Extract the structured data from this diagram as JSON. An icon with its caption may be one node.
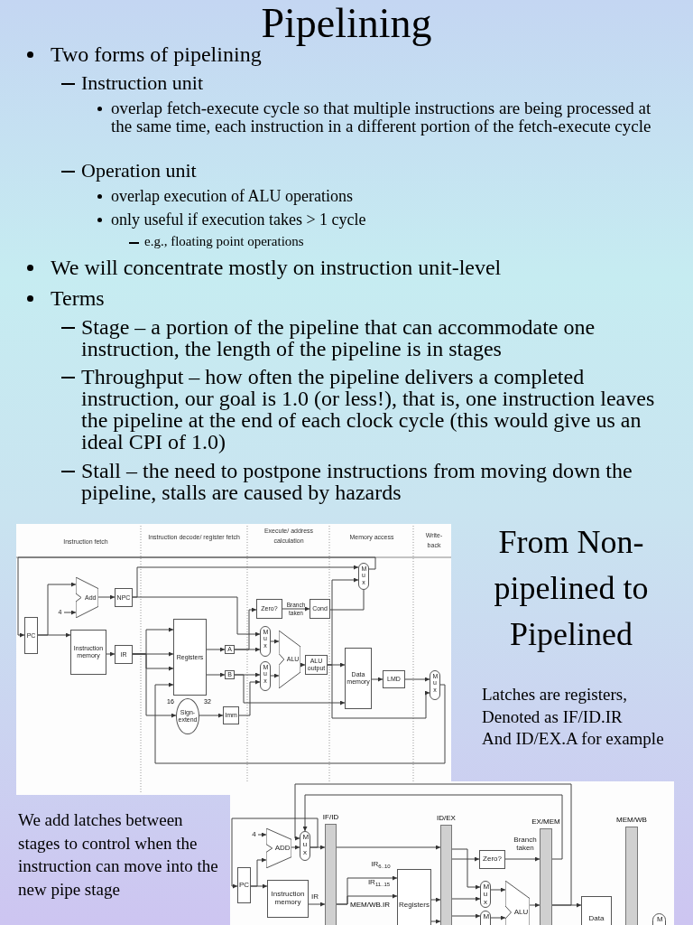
{
  "diagram": {
    "title": "Pipelining",
    "nodes": [
      {
        "text": [
          "PC"
        ]
      },
      {
        "text": [
          "4"
        ]
      },
      {
        "text": [
          "Add"
        ]
      },
      {
        "text": [
          "NPC"
        ]
      },
      {
        "text": [
          "Instruction memory"
        ]
      },
      {
        "text": [
          "IR"
        ]
      },
      {
        "text": [
          "Registers"
        ]
      },
      {
        "text": [
          "A"
        ]
      },
      {
        "text": [
          "B"
        ]
      },
      {
        "text": [
          "Sign-extend"
        ]
      },
      {
        "text": [
          "Imm"
        ]
      },
      {
        "text": [
          "Mux"
        ]
      },
      {
        "text": [
          "Zero?"
        ]
      },
      {
        "text": [
          "Cond"
        ]
      },
      {
        "text": [
          "Mux"
        ]
      },
      {
        "text": [
          "Mux"
        ]
      },
      {
        "text": [
          "ALU"
        ]
      },
      {
        "text": [
          "ALU output"
        ]
      },
      {
        "text": [
          "Data memory"
        ]
      },
      {
        "text": [
          "LMD"
        ]
      },
      {
        "text": [
          "Mux"
        ]
      },
      {
        "text": [
          "4"
        ]
      },
      {
        "text": [
          "ADD"
        ]
      },
      {
        "text": [
          "Mux"
        ]
      },
      {
        "text": [
          "PC"
        ]
      },
      {
        "text": [
          "Instruction memory"
        ]
      },
      {
        "text": [
          "IF/ID"
        ]
      },
      {
        "text": [
          "Registers"
        ]
      },
      {
        "text": [
          "ID/EX"
        ]
      },
      {
        "text": [
          "Zero?"
        ]
      },
      {
        "text": [
          "Mux"
        ]
      },
      {
        "text": [
          "M"
        ]
      },
      {
        "text": [
          "ALU"
        ]
      },
      {
        "text": [
          "EX/MEM"
        ]
      },
      {
        "text": [
          "Data"
        ]
      },
      {
        "text": [
          "MEM/WB"
        ]
      },
      {
        "text": [
          "M"
        ]
      }
    ],
    "edges": [
      {
        "from": 0,
        "to": 2,
        "arrow": "to"
      },
      {
        "from": 1,
        "to": 2,
        "arrow": "to"
      },
      {
        "from": 2,
        "to": 3,
        "arrow": "to"
      },
      {
        "from": 0,
        "to": 4,
        "arrow": "to"
      },
      {
        "from": 4,
        "to": 5,
        "arrow": "to"
      },
      {
        "from": 5,
        "to": 6,
        "arrow": "to"
      },
      {
        "from": 5,
        "to": 6,
        "arrow": "to"
      },
      {
        "from": 5,
        "to": 6,
        "arrow": "to"
      },
      {
        "from": 5,
        "to": 9,
        "arrow": "to"
      },
      {
        "from": 6,
        "to": 7,
        "arrow": "to"
      },
      {
        "from": 6,
        "to": 8,
        "arrow": "to"
      },
      {
        "from": 9,
        "to": 10,
        "arrow": "to"
      },
      {
        "from": 3,
        "to": 11,
        "arrow": "to"
      },
      {
        "from": 3,
        "to": 14,
        "arrow": "to"
      },
      {
        "from": 7,
        "to": 14,
        "arrow": "to"
      },
      {
        "from": 7,
        "to": 12,
        "arrow": "to"
      },
      {
        "from": 8,
        "to": 15,
        "arrow": "to"
      },
      {
        "from": 8,
        "to": 18,
        "arrow": "to"
      },
      {
        "from": 10,
        "to": 15,
        "arrow": "to"
      },
      {
        "from": 14,
        "to": 16,
        "arrow": "to"
      },
      {
        "from": 15,
        "to": 16,
        "arrow": "to"
      },
      {
        "from": 16,
        "to": 17,
        "arrow": "to"
      },
      {
        "from": 12,
        "to": 13,
        "arrow": "to",
        "label": "Branch taken"
      },
      {
        "from": 13,
        "to": 11,
        "arrow": "none"
      },
      {
        "from": 17,
        "to": 11,
        "arrow": "to"
      },
      {
        "from": 17,
        "to": 18,
        "arrow": "to"
      },
      {
        "from": 17,
        "to": 20,
        "arrow": "to"
      },
      {
        "from": 18,
        "to": 19,
        "arrow": "to"
      },
      {
        "from": 19,
        "to": 20,
        "arrow": "to"
      },
      {
        "from": 20,
        "to": 6,
        "arrow": "to"
      },
      {
        "from": 11,
        "to": 0,
        "arrow": "to"
      },
      {
        "from": 21,
        "to": 22,
        "arrow": "to"
      },
      {
        "from": 24,
        "to": 22,
        "arrow": "to"
      },
      {
        "from": 22,
        "to": 23,
        "arrow": "to"
      },
      {
        "from": 23,
        "to": 26,
        "arrow": "to"
      },
      {
        "from": 23,
        "to": 24,
        "arrow": "to"
      },
      {
        "from": 24,
        "to": 25,
        "arrow": "to"
      },
      {
        "from": 25,
        "to": 26,
        "arrow": "to",
        "label": "IR"
      },
      {
        "from": 26,
        "to": 28,
        "arrow": "to"
      },
      {
        "from": 26,
        "to": 27,
        "arrow": "to",
        "label": "IR$_{6..10}$"
      },
      {
        "from": 26,
        "to": 27,
        "arrow": "to",
        "label": "IR$_{11..15}$"
      },
      {
        "from": 27,
        "to": 28,
        "arrow": "to"
      },
      {
        "from": 27,
        "to": 28,
        "arrow": "to"
      },
      {
        "from": 33,
        "to": 23,
        "arrow": "to"
      },
      {
        "from": 33,
        "to": 23,
        "arrow": "to"
      },
      {
        "from": 28,
        "to": 29,
        "arrow": "to"
      },
      {
        "from": 28,
        "to": 30,
        "arrow": "to"
      },
      {
        "from": 28,
        "to": 30,
        "arrow": "to"
      },
      {
        "from": 28,
        "to": 31,
        "arrow": "to"
      },
      {
        "from": 30,
        "to": 32,
        "arrow": "to"
      },
      {
        "from": 31,
        "to": 32,
        "arrow": "to"
      },
      {
        "from": 29,
        "to": 33,
        "arrow": "to",
        "label": "Branch taken"
      },
      {
        "from": 32,
        "to": 33,
        "arrow": "to"
      },
      {
        "from": 33,
        "to": 34,
        "arrow": "to"
      }
    ],
    "labels": [
      "Two forms of pipelining",
      "Instruction unit",
      "overlap fetch-execute cycle so that multiple instructions are being processed at the same time, each instruction in a different portion of the fetch-execute cycle",
      "Operation unit",
      "overlap execution of ALU operations",
      "only useful if execution takes > 1 cycle",
      "e.g., floating point operations",
      "We will concentrate mostly on instruction unit-level",
      "Terms",
      "Stage – a portion of the pipeline that can accommodate one instruction, the length of the pipeline is in stages",
      "Throughput – how often the pipeline delivers a completed instruction, our goal is 1.0 (or less!), that is, one instruction leaves the pipeline at the end of each clock cycle (this would give us an ideal CPI of 1.0)",
      "Stall – the need to postpone instructions from moving down the pipeline, stalls are caused by hazards",
      "Instruction fetch",
      "Instruction decode/ register fetch",
      "Execute/ address calculation",
      "Memory access",
      "Write- back",
      "16",
      "32",
      "From Non-pipelined to Pipelined",
      "Latches are registers,",
      "Denoted as IF/ID.IR",
      "And ID/EX.A for example",
      "We add latches between stages to control when the instruction can move into the new pipe stage",
      "MEM/WB.IR"
    ]
  }
}
